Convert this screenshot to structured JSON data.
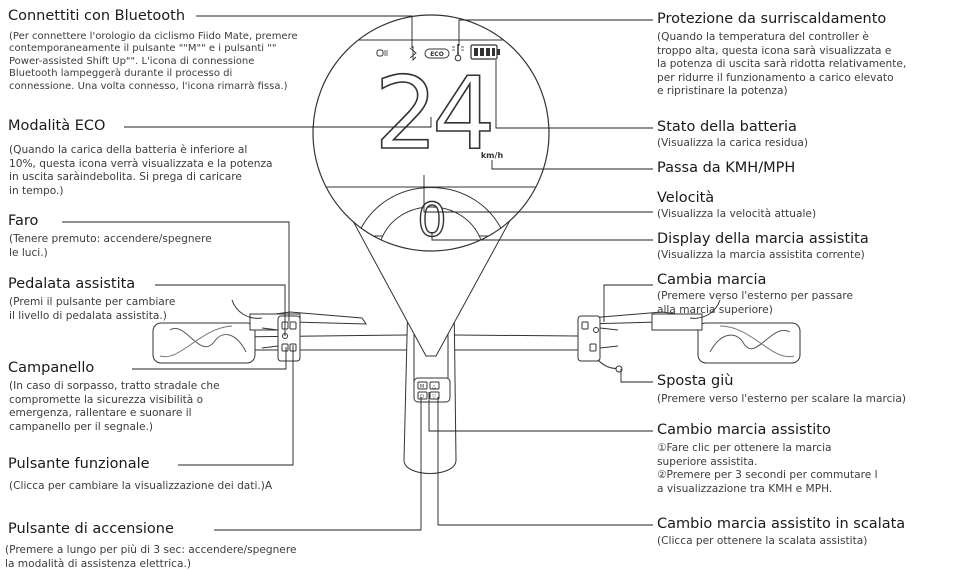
{
  "display": {
    "speed_value": "24",
    "unit": "km/h",
    "gear_value": "0",
    "eco_text": "ECO"
  },
  "callouts": [
    {
      "id": "bluetooth",
      "title": "Connettiti con Bluetooth",
      "desc": "(Per connettere l'orologio da ciclismo Fiido Mate, premere\ncontemporaneamente il pulsante \"\"M\"\" e i pulsanti \"\"\nPower-assisted Shift Up\"\". L'icona di connessione\nBluetooth lampeggerà durante il processo di\nconnessione. Una volta connesso, l'icona rimarrà fissa.)"
    },
    {
      "id": "eco",
      "title": "Modalità ECO",
      "desc": "(Quando la carica della batteria è inferiore al\n10%, questa icona verrà visualizzata e la potenza\nin uscita saràindebolita. Si prega di caricare\nin tempo.)"
    },
    {
      "id": "headlight",
      "title": "Faro",
      "desc": "(Tenere premuto: accendere/spegnere\nle luci.)"
    },
    {
      "id": "pedal",
      "title": "Pedalata assistita",
      "desc": "(Premi il pulsante per cambiare\nil livello di pedalata assistita.)"
    },
    {
      "id": "bell",
      "title": "Campanello",
      "desc": "(In caso di sorpasso, tratto stradale che\ncompromette la sicurezza visibilità o\nemergenza, rallentare e suonare il\ncampanello per il segnale.)"
    },
    {
      "id": "function",
      "title": "Pulsante funzionale",
      "desc": "(Clicca per cambiare la visualizzazione dei dati.)A"
    },
    {
      "id": "power",
      "title": "Pulsante di accensione",
      "desc": "(Premere a lungo per più di 3 sec: accendere/spegnere\nla modalità di assistenza elettrica.)"
    },
    {
      "id": "overheat",
      "title": "Protezione da surriscaldamento",
      "desc": "(Quando la temperatura del controller è\ntroppo alta, questa icona sarà visualizzata e\nla potenza di uscita sarà ridotta relativamente,\nper ridurre il funzionamento a carico elevato\ne ripristinare la potenza)"
    },
    {
      "id": "battery",
      "title": "Stato della batteria",
      "desc": "(Visualizza la carica residua)"
    },
    {
      "id": "kmh",
      "title": "Passa da KMH/MPH",
      "desc": ""
    },
    {
      "id": "speed",
      "title": "Velocità",
      "desc": "(Visualizza la velocità attuale)"
    },
    {
      "id": "gear",
      "title": "Display della marcia assistita",
      "desc": "(Visualizza la marcia assistita corrente)"
    },
    {
      "id": "shift",
      "title": "Cambia marcia",
      "desc": "(Premere verso l'esterno per passare\nalla marcia superiore)"
    },
    {
      "id": "down",
      "title": "Sposta giù",
      "desc": "(Premere verso l'esterno per scalare la marcia)"
    },
    {
      "id": "assistup",
      "title": "Cambio marcia assistito",
      "desc": "①Fare clic per ottenere la marcia\nsuperiore assistita.\n②Premere per 3 secondi per commutare l\na visualizzazione tra KMH e MPH."
    },
    {
      "id": "assistdown",
      "title": "Cambio marcia assistito in scalata",
      "desc": "(Clicca per ottenere la scalata assistita)"
    }
  ]
}
